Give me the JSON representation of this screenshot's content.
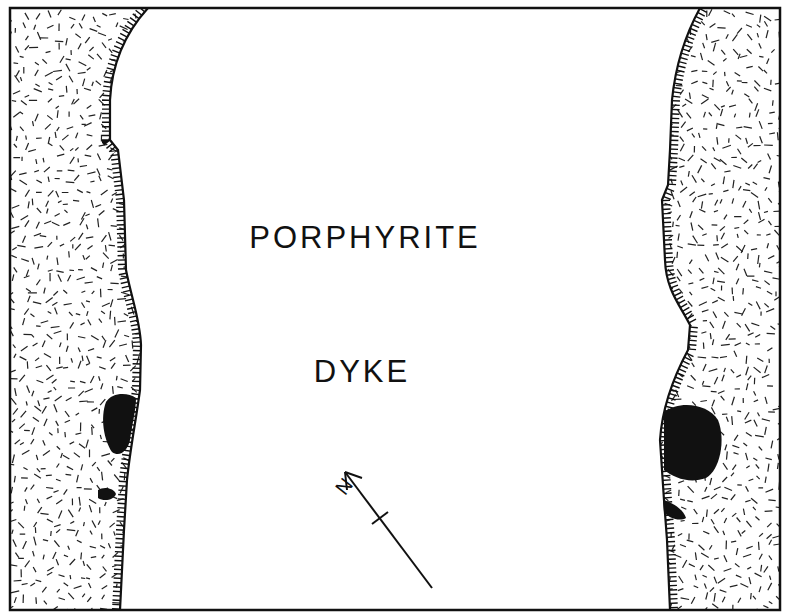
{
  "diagram": {
    "labels": [
      "PORPHYRITE",
      "DYKE",
      "N"
    ]
  }
}
